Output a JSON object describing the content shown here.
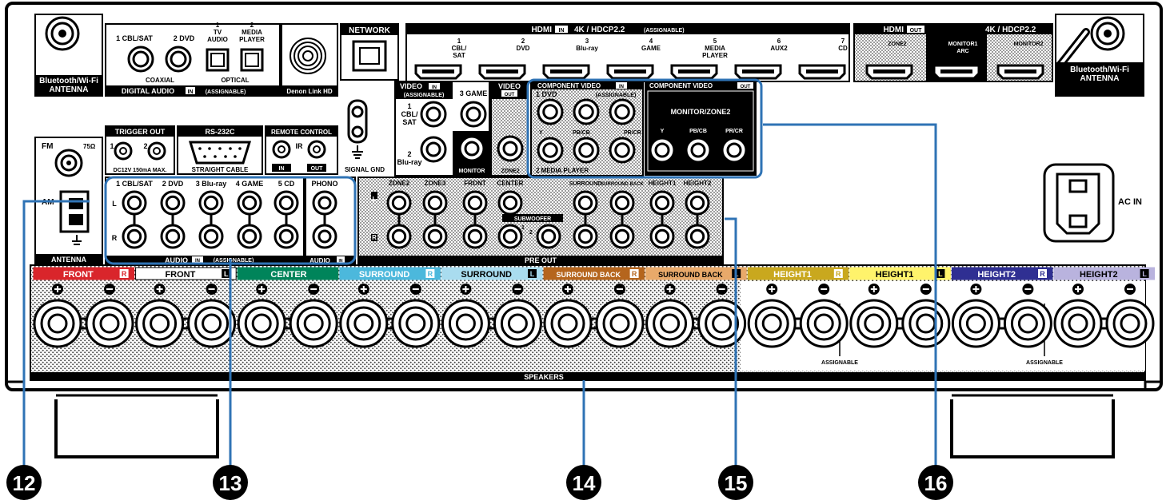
{
  "top": {
    "bt_antenna_left": "Bluetooth/Wi-Fi\nANTENNA",
    "bt_antenna_right": "Bluetooth/Wi-Fi\nANTENNA",
    "digital_audio": {
      "inputs": [
        "1 CBL/SAT",
        "2 DVD",
        "1\nTV\nAUDIO",
        "2\nMEDIA\nPLAYER"
      ],
      "coaxial": "COAXIAL",
      "optical": "OPTICAL",
      "label": "DIGITAL AUDIO",
      "in": "IN",
      "assignable": "(ASSIGNABLE)"
    },
    "denon_link": "Denon Link HD",
    "network": "NETWORK",
    "hdmi_in": {
      "prefix": "HDMI",
      "in": "IN",
      "spec": "4K / HDCP2.2",
      "assignable": "(ASSIGNABLE)",
      "ports": [
        {
          "num": "1",
          "name": "CBL/\nSAT"
        },
        {
          "num": "2",
          "name": "DVD"
        },
        {
          "num": "3",
          "name": "Blu-ray"
        },
        {
          "num": "4",
          "name": "GAME"
        },
        {
          "num": "5",
          "name": "MEDIA\nPLAYER"
        },
        {
          "num": "6",
          "name": "AUX2"
        },
        {
          "num": "7",
          "name": "CD"
        }
      ]
    },
    "hdmi_out": {
      "prefix": "HDMI",
      "out": "OUT",
      "spec": "4K / HDCP2.2",
      "ports": [
        "ZONE2",
        "MONITOR1\nARC",
        "MONITOR2"
      ]
    }
  },
  "middle": {
    "video_in": {
      "label": "VIDEO",
      "in": "IN",
      "assignable": "(ASSIGNABLE)",
      "inputs": [
        "1\nCBL/\nSAT",
        "3 GAME",
        "2\nBlu-ray"
      ]
    },
    "video_out": {
      "label": "VIDEO",
      "out": "OUT",
      "ports": [
        "MONITOR",
        "ZONE2"
      ]
    },
    "component_in": {
      "label": "COMPONENT VIDEO",
      "in": "IN",
      "assignable": "(ASSIGNABLE)",
      "inputs": [
        "1 DVD",
        "2 MEDIA PLAYER"
      ],
      "channels": [
        "Y",
        "PB/CB",
        "PR/CR"
      ]
    },
    "component_out": {
      "label": "COMPONENT VIDEO",
      "out": "OUT",
      "zone": "MONITOR/ZONE2",
      "channels": [
        "Y",
        "PB/CB",
        "PR/CR"
      ]
    },
    "trigger": {
      "label": "TRIGGER OUT",
      "ports": [
        "1",
        "2"
      ],
      "spec": "DC12V 150mA MAX."
    },
    "rs232": {
      "label": "RS-232C",
      "cable": "STRAIGHT CABLE"
    },
    "remote": {
      "label": "REMOTE CONTROL",
      "ir": "IR",
      "in": "IN",
      "out": "OUT"
    },
    "signal_gnd": "SIGNAL GND",
    "antenna": {
      "fm": "FM",
      "ohm": "75Ω",
      "am": "AM",
      "label": "ANTENNA"
    },
    "audio_in": {
      "inputs": [
        "1 CBL/SAT",
        "2 DVD",
        "3 Blu-ray",
        "4 GAME",
        "5 CD"
      ],
      "label": "AUDIO",
      "in": "IN",
      "assignable": "(ASSIGNABLE)",
      "lr": [
        "L",
        "R"
      ]
    },
    "phono": {
      "label": "PHONO",
      "audio": "AUDIO",
      "in": "IN"
    },
    "pre_out": {
      "label": "PRE OUT",
      "zones": [
        "ZONE2",
        "ZONE3"
      ],
      "channels": [
        "FRONT",
        "CENTER",
        "SURROUND",
        "SURROUND BACK",
        "HEIGHT1",
        "HEIGHT2"
      ],
      "subwoofer": "SUBWOOFER",
      "sub_nums": [
        "1",
        "2"
      ]
    },
    "ac_in": "AC IN"
  },
  "speakers": {
    "label": "SPEAKERS",
    "assignable": "ASSIGNABLE",
    "channels": [
      {
        "name": "FRONT",
        "side": "R",
        "bg": "#d9252b",
        "fg": "#ffffff"
      },
      {
        "name": "FRONT",
        "side": "L",
        "bg": "#ffffff",
        "fg": "#000000"
      },
      {
        "name": "CENTER",
        "side": "",
        "bg": "#00845a",
        "fg": "#ffffff"
      },
      {
        "name": "SURROUND",
        "side": "R",
        "bg": "#4cb8dc",
        "fg": "#ffffff"
      },
      {
        "name": "SURROUND",
        "side": "L",
        "bg": "#a9dcef",
        "fg": "#000000"
      },
      {
        "name": "SURROUND BACK",
        "side": "R",
        "bg": "#b5651d",
        "fg": "#ffffff"
      },
      {
        "name": "SURROUND BACK",
        "side": "L",
        "bg": "#e8a96a",
        "fg": "#000000"
      },
      {
        "name": "HEIGHT1",
        "side": "R",
        "bg": "#c9a81e",
        "fg": "#ffffff"
      },
      {
        "name": "HEIGHT1",
        "side": "L",
        "bg": "#fff36b",
        "fg": "#000000"
      },
      {
        "name": "HEIGHT2",
        "side": "R",
        "bg": "#2f2f92",
        "fg": "#ffffff"
      },
      {
        "name": "HEIGHT2",
        "side": "L",
        "bg": "#b9b3de",
        "fg": "#000000"
      }
    ]
  },
  "callouts": [
    "12",
    "13",
    "14",
    "15",
    "16"
  ],
  "colors": {
    "callout_line": "#2f73b5",
    "panel_black": "#000000"
  }
}
